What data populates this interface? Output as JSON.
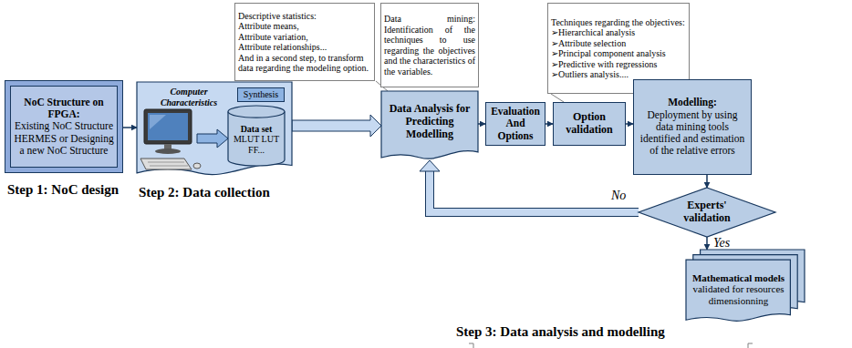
{
  "diagram": {
    "nodes": [
      {
        "text": [
          "NoC Structure on FPGA:",
          "Existing NoC Structure HERMES or Designing a new NoC Structure"
        ]
      },
      {
        "text": [
          "Computer Characteristics"
        ]
      },
      {
        "text": [
          "Synthesis"
        ],
        "in": 1
      },
      {
        "text": [
          "Data set",
          "MLUT LUT FF..."
        ],
        "in": 1
      },
      {
        "text": [
          "Descriptive statistics:",
          "Attribute means,",
          "Attribute variation,",
          "Attribute relationships...",
          "And in a second step, to transform data regarding the modeling option."
        ]
      },
      {
        "text": [
          "Data mining: Identification of the techniques to use regarding the objectives and the characteristics of the variables."
        ]
      },
      {
        "text": [
          "Data Analysis for Predicting Modelling"
        ]
      },
      {
        "text": [
          "Evaluation And Options"
        ]
      },
      {
        "text": [
          "Option validation"
        ]
      },
      {
        "text": [
          "Techniques regarding the objectives:",
          "➢Hierarchical analysis",
          "➢Attribute selection",
          "➢Principal component analysis",
          "➢Predictive with regressions",
          "➢Outliers analysis...."
        ]
      },
      {
        "text": [
          "Modelling:",
          "Deployment by using data mining tools identified and estimation of the relative errors"
        ]
      },
      {
        "text": [
          "Experts' validation"
        ]
      },
      {
        "text": [
          "Mathematical models",
          "validated for resources dimensionning"
        ]
      }
    ],
    "edges": [
      {
        "from": 0,
        "to": 1,
        "arrow": "to"
      },
      {
        "from": 1,
        "to": 6,
        "arrow": "to"
      },
      {
        "from": 6,
        "to": 7,
        "arrow": "to"
      },
      {
        "from": 7,
        "to": 8,
        "arrow": "to"
      },
      {
        "from": 8,
        "to": 10,
        "arrow": "to"
      },
      {
        "from": 10,
        "to": 11,
        "arrow": "to"
      },
      {
        "from": 11,
        "to": 6,
        "label": "No",
        "arrow": "to"
      },
      {
        "from": 11,
        "to": 12,
        "label": "Yes",
        "arrow": "to"
      }
    ],
    "labels": [
      "Step 1: NoC design",
      "Step 2: Data collection",
      "Step 3: Data analysis and modelling"
    ]
  }
}
